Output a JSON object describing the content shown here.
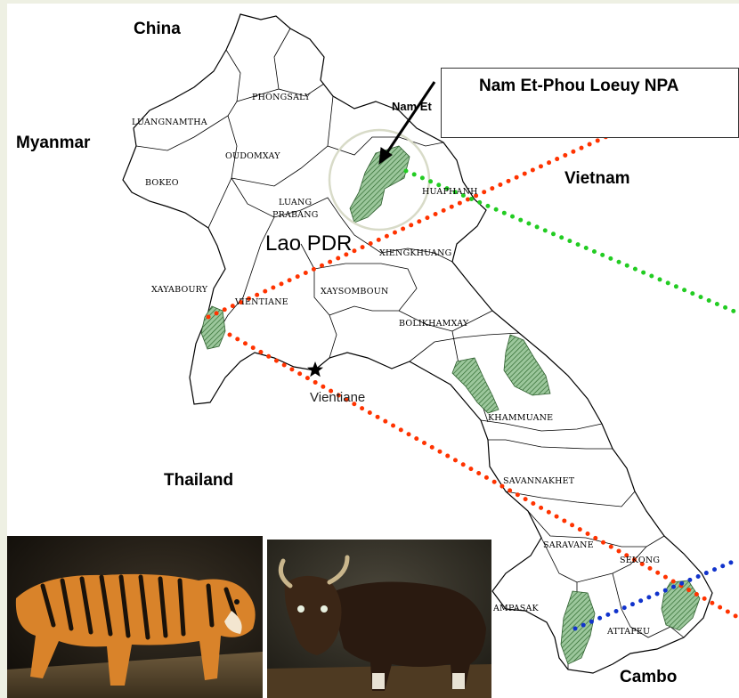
{
  "countries": {
    "china": "China",
    "myanmar": "Myanmar",
    "vietnam": "Vietnam",
    "thailand": "Thailand",
    "cambodia": "Cambo"
  },
  "country_label": "Lao PDR",
  "capital": "Vientiane",
  "provinces": {
    "phongsaly": "PHONGSALY",
    "luangnamtha": "LUANGNAMTHA",
    "oudomxay": "OUDOMXAY",
    "bokeo": "BOKEO",
    "luang": "LUANG",
    "prabang": "PRABANG",
    "huaphanh": "HUAPHANH",
    "xiengkhuang": "XIENGKHUANG",
    "xayaboury": "XAYABOURY",
    "vientiane": "VIENTIANE",
    "xaysomboun": "XAYSOMBOUN",
    "bolikhamxay": "BOLIKHAMXAY",
    "khammuane": "KHAMMUANE",
    "savannakhet": "SAVANNAKHET",
    "saravane": "SARAVANE",
    "sekong": "SEKONG",
    "champasak": "AMPASAK",
    "attapeu": "ATTAPEU"
  },
  "callout": {
    "title": "Nam Et-Phou Loeuy NPA",
    "map_label": "Nam Et"
  },
  "colors": {
    "background": "#eef0e3",
    "protected_area": "#7fb07f",
    "red_dots": "#ff3300",
    "green_dots": "#22cc22",
    "blue_dots": "#1133cc"
  },
  "icons": {
    "capital_marker": "star-icon"
  }
}
